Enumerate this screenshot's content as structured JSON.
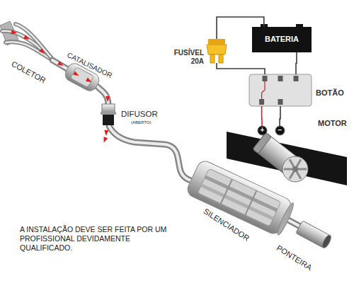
{
  "diagram": {
    "nodes": [
      {
        "text": [
          "BATERIA"
        ]
      },
      {
        "text": [
          "FUSÍVEL 20A"
        ]
      },
      {
        "text": [
          "BOTÃO"
        ]
      },
      {
        "text": [
          "MOTOR"
        ]
      }
    ],
    "edges": [
      {
        "from": 0,
        "to": 1,
        "arrow": "none"
      },
      {
        "from": 1,
        "to": 2,
        "arrow": "none"
      },
      {
        "from": 0,
        "to": 2,
        "arrow": "none"
      },
      {
        "from": 2,
        "to": 3,
        "arrow": "none"
      },
      {
        "from": 2,
        "to": 3,
        "arrow": "none"
      }
    ],
    "labels": [
      "COLETOR",
      "CATALISADOR",
      "DIFUSOR",
      "(ABERTO)",
      "+",
      "−",
      "SILENCIADOR",
      "PONTEIRA",
      "A INSTALAÇÃO DEVE SER FEITA POR UM PROFISSIONAL DEVIDAMENTE QUALIFICADO."
    ]
  }
}
